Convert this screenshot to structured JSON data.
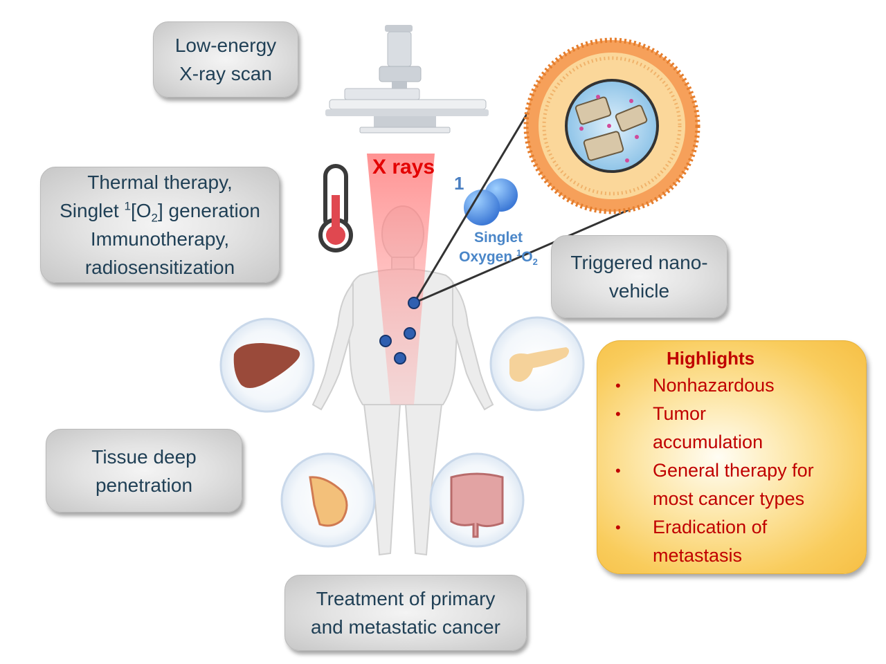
{
  "boxes": {
    "xray_scan": {
      "lines": [
        "Low-energy",
        "X-ray scan"
      ]
    },
    "thermal": {
      "line1": "Thermal therapy,",
      "line2_pre": "Singlet ",
      "line2_sup": "1",
      "line2_mid": "[O",
      "line2_sub": "2",
      "line2_post": "] generation",
      "line3": "Immunotherapy,",
      "line4": "radiosensitization"
    },
    "tissue": {
      "lines": [
        "Tissue deep",
        "penetration"
      ]
    },
    "treatment": {
      "lines": [
        "Treatment of primary",
        "and metastatic cancer"
      ]
    },
    "nanovehicle": {
      "lines": [
        "Triggered nano-",
        "vehicle"
      ]
    }
  },
  "labels": {
    "xrays": "X rays",
    "one": "1",
    "singlet_line1": "Singlet",
    "singlet_line2_pre": "Oxygen ",
    "singlet_sup": "1",
    "singlet_o": "O",
    "singlet_sub": "2"
  },
  "highlights": {
    "title": "Highlights",
    "bullet": "•",
    "items": [
      {
        "lines": [
          "Nonhazardous"
        ]
      },
      {
        "lines": [
          "Tumor",
          "accumulation"
        ]
      },
      {
        "lines": [
          "General therapy for",
          "most cancer types"
        ]
      },
      {
        "lines": [
          "Eradication of",
          "metastasis"
        ]
      }
    ]
  },
  "icons": [
    "xray-machine-icon",
    "thermometer-icon",
    "singlet-oxygen-icon",
    "nanovehicle-liposome-icon",
    "liver-icon",
    "pancreas-icon",
    "breast-icon",
    "intestine-icon",
    "human-body-icon"
  ],
  "colors": {
    "xray_red": "#e30000",
    "highlight_text": "#c00000",
    "box_text": "#1f3f55",
    "singlet_blue": "#4a86c8",
    "tumor_blue": "#2f5fb0",
    "liposome_orange": "#e98a3a"
  }
}
